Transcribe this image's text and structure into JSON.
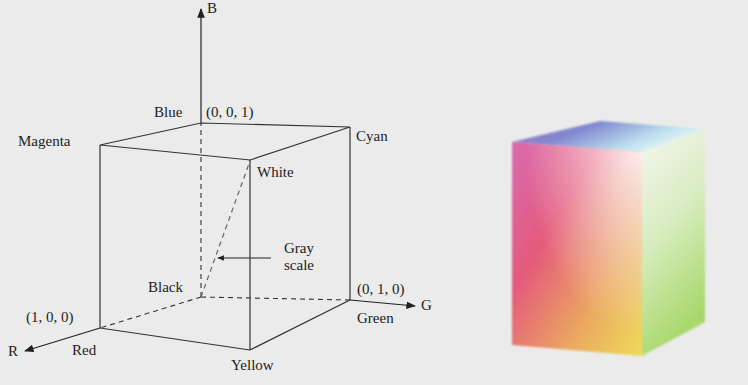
{
  "diagram": {
    "labels": [
      "B",
      "Blue",
      "(0, 0, 1)",
      "Magenta",
      "Cyan",
      "White",
      "Gray scale",
      "Black",
      "(1, 0, 0)",
      "(0, 1, 0)",
      "R",
      "Red",
      "G",
      "Green",
      "Yellow"
    ]
  }
}
